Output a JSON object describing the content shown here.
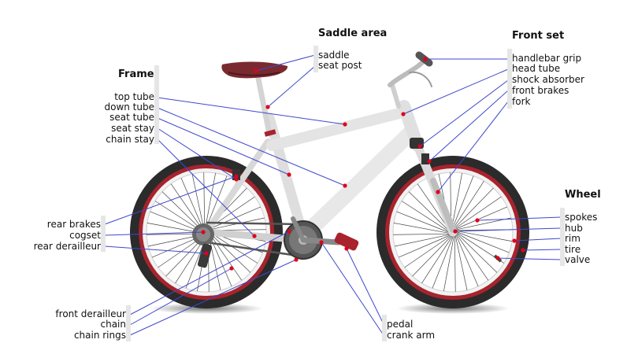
{
  "groups": {
    "saddle_area": {
      "title": "Saddle area",
      "items": [
        "saddle",
        "seat post"
      ]
    },
    "front_set": {
      "title": "Front set",
      "items": [
        "handlebar grip",
        "head tube",
        "shock absorber",
        "front brakes",
        "fork"
      ]
    },
    "frame": {
      "title": "Frame",
      "items": [
        "top tube",
        "down tube",
        "seat tube",
        "seat stay",
        "chain stay"
      ]
    },
    "wheel": {
      "title": "Wheel",
      "items": [
        "spokes",
        "hub",
        "rim",
        "tire",
        "valve"
      ]
    },
    "drivetrain_rear": {
      "items": [
        "rear brakes",
        "cogset",
        "rear derailleur"
      ]
    },
    "drivetrain_front": {
      "items": [
        "front derailleur",
        "chain",
        "chain rings"
      ]
    },
    "pedals": {
      "items": [
        "pedal",
        "crank arm"
      ]
    }
  },
  "colors": {
    "leader_line": "#3f48cc",
    "point": "#e0001a",
    "tire": "#2b2b2b",
    "rim": "#a8232d",
    "frame": "#e4e4e4",
    "saddle": "#7a2a2f"
  }
}
